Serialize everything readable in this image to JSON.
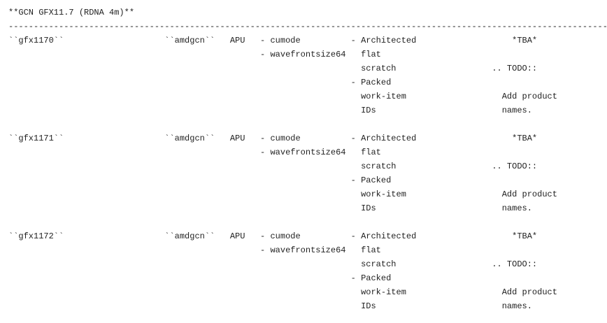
{
  "title": "**GCN GFX11.7 (RDNA 4m)**",
  "rule": "------------------------------------------------------------------------------------------------------------------------",
  "rows": [
    {
      "lines": [
        "``gfx1170``                    ``amdgcn``   APU   - cumode          - Architected                   *TBA*",
        "                                                  - wavefrontsize64   flat",
        "                                                                      scratch                   .. TODO::",
        "                                                                    - Packed",
        "                                                                      work-item                   Add product",
        "                                                                      IDs                         names."
      ]
    },
    {
      "lines": [
        "``gfx1171``                    ``amdgcn``   APU   - cumode          - Architected                   *TBA*",
        "                                                  - wavefrontsize64   flat",
        "                                                                      scratch                   .. TODO::",
        "                                                                    - Packed",
        "                                                                      work-item                   Add product",
        "                                                                      IDs                         names."
      ]
    },
    {
      "lines": [
        "``gfx1172``                    ``amdgcn``   APU   - cumode          - Architected                   *TBA*",
        "                                                  - wavefrontsize64   flat",
        "                                                                      scratch                   .. TODO::",
        "                                                                    - Packed",
        "                                                                      work-item                   Add product",
        "                                                                      IDs                         names."
      ]
    }
  ]
}
